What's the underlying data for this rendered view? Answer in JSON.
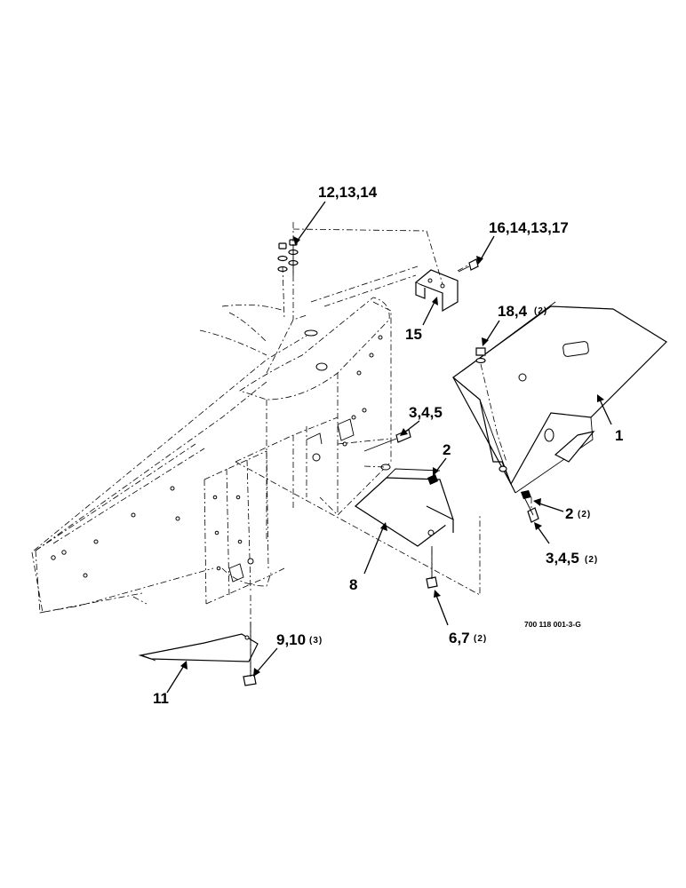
{
  "callouts": {
    "c_12_13_14": "12,13,14",
    "c_16_14_13_17": "16,14,13,17",
    "c_15": "15",
    "c_18_4": "18,4",
    "c_18_4_qty": "(2)",
    "c_1": "1",
    "c_3_4_5_top": "3,4,5",
    "c_2_mid": "2",
    "c_2_right": "2",
    "c_2_right_qty": "(2)",
    "c_3_4_5_right": "3,4,5",
    "c_3_4_5_right_qty": "(2)",
    "c_8": "8",
    "c_6_7": "6,7",
    "c_6_7_qty": "(2)",
    "c_9_10": "9,10",
    "c_9_10_qty": "(3)",
    "c_11": "11"
  },
  "drawing_code": "700 118 001-3-G"
}
